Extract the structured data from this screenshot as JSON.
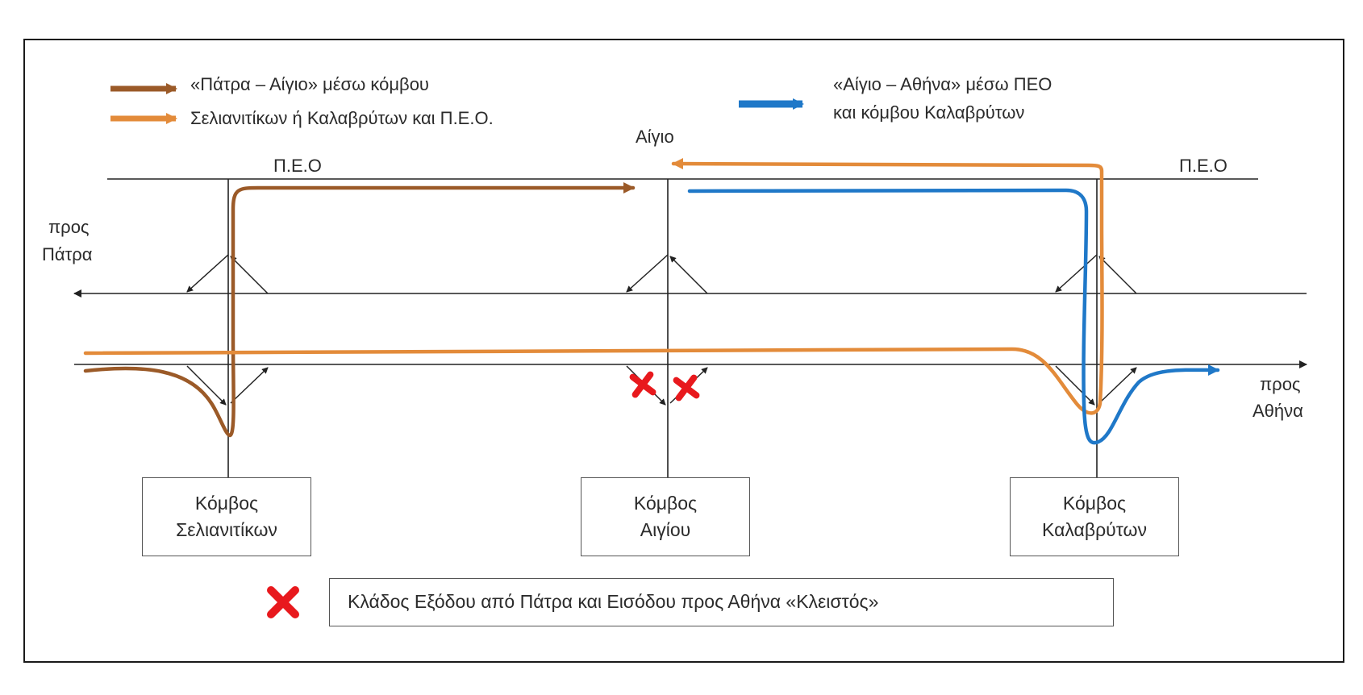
{
  "legend": {
    "brown_line1": "«Πάτρα – Αίγιο» μέσω κόμβου",
    "brown_line2": "Σελιανιτίκων ή Καλαβρύτων και Π.Ε.Ο.",
    "blue_line1": "«Αίγιο – Αθήνα» μέσω ΠΕΟ",
    "blue_line2": "και κόμβου Καλαβρύτων"
  },
  "labels": {
    "aigio": "Αίγιο",
    "peo_left": "Π.Ε.Ο",
    "peo_right": "Π.Ε.Ο",
    "to_patra_1": "προς",
    "to_patra_2": "Πάτρα",
    "to_athina_1": "προς",
    "to_athina_2": "Αθήνα"
  },
  "nodes": [
    {
      "line1": "Κόμβος",
      "line2": "Σελιανιτίκων"
    },
    {
      "line1": "Κόμβος",
      "line2": "Αιγίου"
    },
    {
      "line1": "Κόμβος",
      "line2": "Καλαβρύτων"
    }
  ],
  "closed_note": "Κλάδος Εξόδου από Πάτρα και Εισόδου προς Αθήνα «Κλειστός»",
  "colors": {
    "route_brown": "#9b5a28",
    "route_orange": "#e38b3a",
    "route_blue": "#1f78c8",
    "closed_mark": "#e8191d",
    "road": "#222222"
  }
}
